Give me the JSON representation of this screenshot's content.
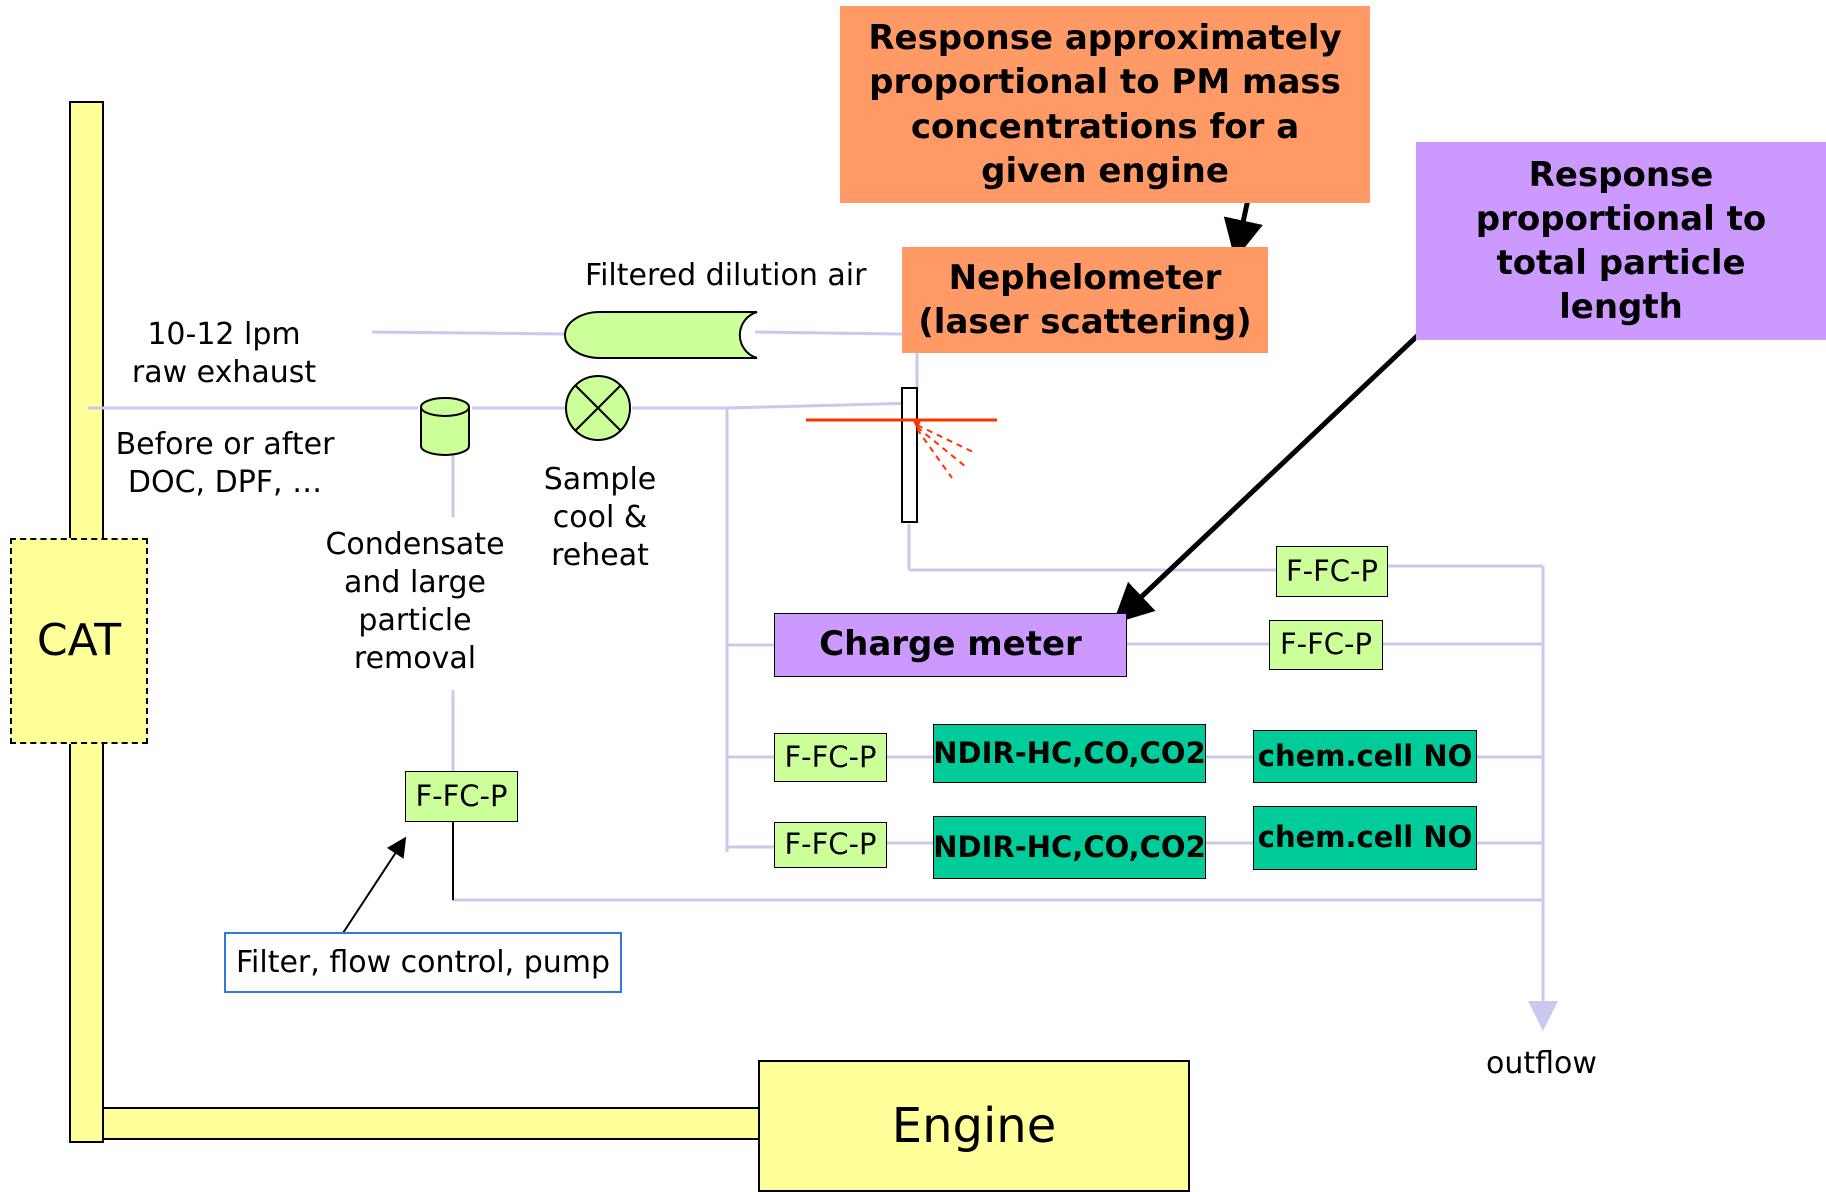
{
  "callouts": {
    "pm_mass": "Response approximately proportional to PM mass concentrations for a given engine",
    "particle_length": "Response proportional to total particle length"
  },
  "labels": {
    "dilution_air": "Filtered dilution air",
    "raw_exhaust_1": "10-12 lpm",
    "raw_exhaust_2": "raw exhaust",
    "before_after_1": "Before or after",
    "before_after_2": "DOC, DPF, …",
    "sample_cool_1": "Sample",
    "sample_cool_2": "cool &",
    "sample_cool_3": "reheat",
    "condensate_1": "Condensate",
    "condensate_2": "and large",
    "condensate_3": "particle",
    "condensate_4": "removal",
    "filter_flow_pump": "Filter, flow control, pump",
    "outflow": "outflow"
  },
  "components": {
    "nephelometer_1": "Nephelometer",
    "nephelometer_2": "(laser scattering)",
    "charge_meter": "Charge meter",
    "ffcp": "F-FC-P",
    "ndir": "NDIR-HC,CO,CO2",
    "chem_cell": "chem.cell NO",
    "cat": "CAT",
    "engine": "Engine"
  },
  "colors": {
    "callout_orange": "#ff9966",
    "callout_purple": "#cc99ff",
    "charge_meter": "#cc99ff",
    "component_green": "#ccff99",
    "analyzer_green": "#00cc99",
    "pipe_yellow": "#ffff99",
    "flow_line": "#c8c8f0",
    "laser_red": "#ff3300",
    "note_border": "#3377dd"
  }
}
